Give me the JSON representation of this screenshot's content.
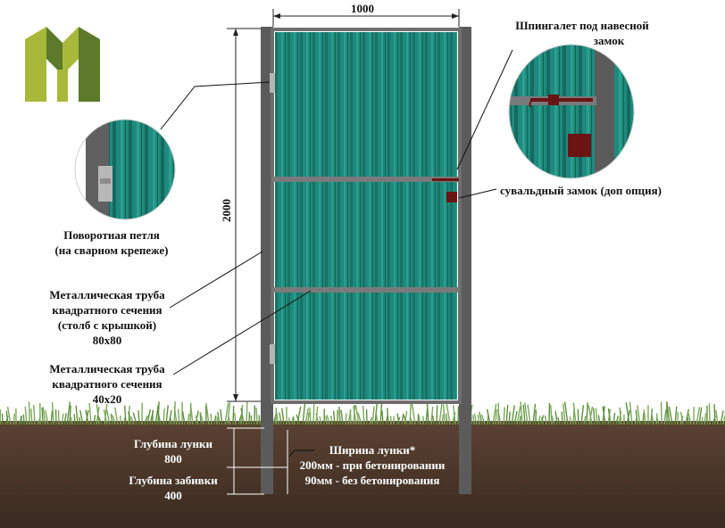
{
  "colors": {
    "sheet": "#1f8a7c",
    "sheet_dark": "#146a60",
    "frame": "#6e6e6e",
    "post": "#5b5b5b",
    "soil": "#4a3528",
    "grass": "#5f8f3e",
    "logo_light": "#a8b83a",
    "logo_dark": "#5c7a2a",
    "lock": "#6a1414"
  },
  "logo": {
    "icon": "m-logo-icon"
  },
  "dimensions": {
    "width": "1000",
    "height": "2000"
  },
  "labels": {
    "latch": [
      "Шпингалет под навесной",
      "замок"
    ],
    "lock": "сувальдный замок (доп опция)",
    "hinge": [
      "Поворотная петля",
      "(на сварном крепеже)"
    ],
    "post_pipe": [
      "Металлическая труба",
      "квадратного сечения",
      "(столб с крышкой)",
      "80х80"
    ],
    "frame_pipe": [
      "Металлическая труба",
      "квадратного сечения",
      "40х20"
    ],
    "hole_depth": [
      "Глубина лунки",
      "800"
    ],
    "drive_depth": [
      "Глубина забивки",
      "400"
    ],
    "hole_width": [
      "Ширина лунки*",
      "200мм - при бетонировании",
      "90мм - без бетонирования"
    ]
  }
}
